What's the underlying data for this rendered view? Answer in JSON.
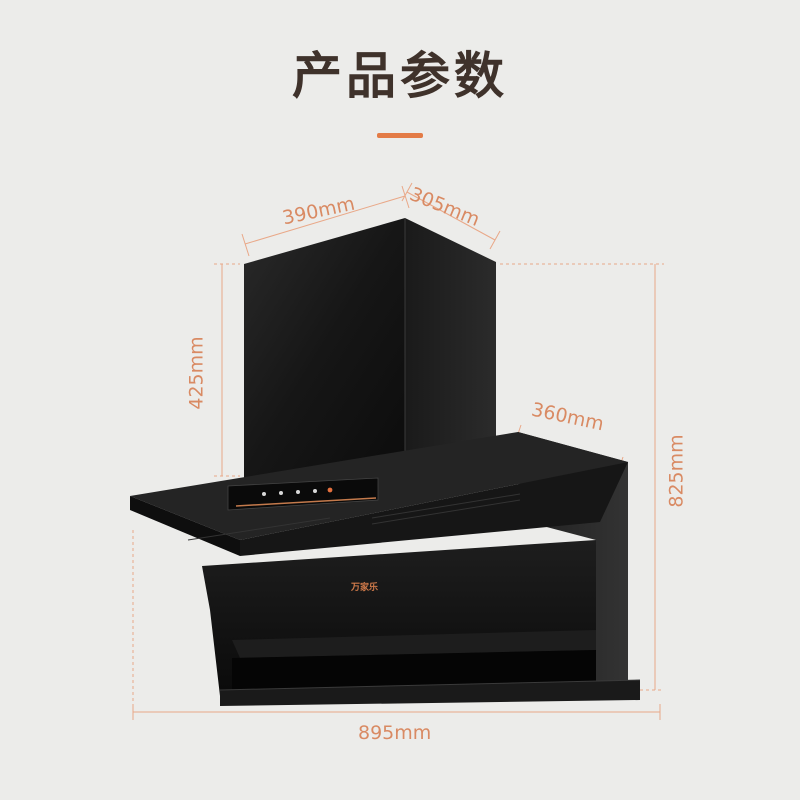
{
  "title": "产品参数",
  "colors": {
    "accent": "#e37b46",
    "dimension_text": "#d98a63",
    "hood": "#141414"
  },
  "dimensions": {
    "top_width": "390mm",
    "top_depth": "305mm",
    "chimney_height": "425mm",
    "body_depth": "360mm",
    "total_height": "825mm",
    "total_width": "895mm"
  },
  "product": {
    "brand_label": "万家乐"
  }
}
